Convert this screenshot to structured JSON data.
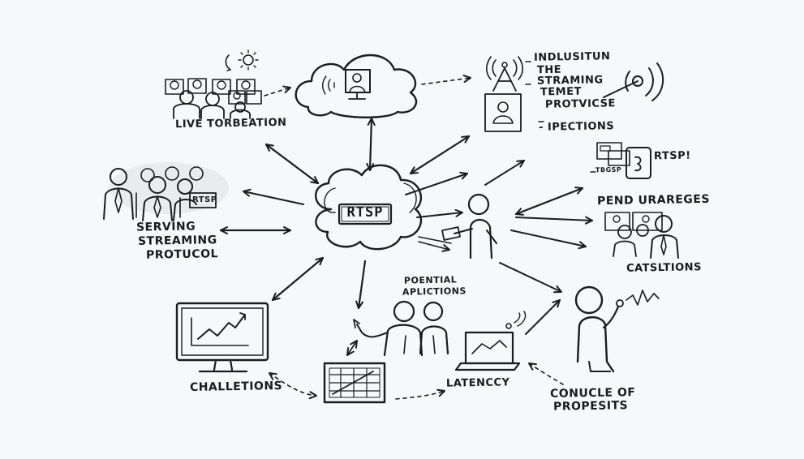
{
  "center": {
    "label": "RTSP"
  },
  "nodes": {
    "live": {
      "label": "LIVE TORBEATION"
    },
    "serving": {
      "line1": "SERVING",
      "line2": "STREAMING",
      "line3": "PROTUCOL",
      "badge": "RTSP"
    },
    "top_right": {
      "line1": "INDLUSITUN",
      "line2": "THE",
      "line3": "STRAMING",
      "line4": "TEMET",
      "line5": "PROTVICSE",
      "line6": "- IPECTIONS"
    },
    "right_mid": {
      "rtsp": "RTSP!",
      "tag": "TBGSP",
      "title": "PEND URAREGES",
      "caption": "CATSLTIONS"
    },
    "potential": {
      "line1": "POENTIAL",
      "line2": "APLICTIONS"
    },
    "challenges": {
      "label": "CHALLETIONS"
    },
    "latency": {
      "label": "LATENCCY"
    },
    "conucle": {
      "line1": "CONUCLE OF",
      "line2": "PROPESITS"
    }
  }
}
